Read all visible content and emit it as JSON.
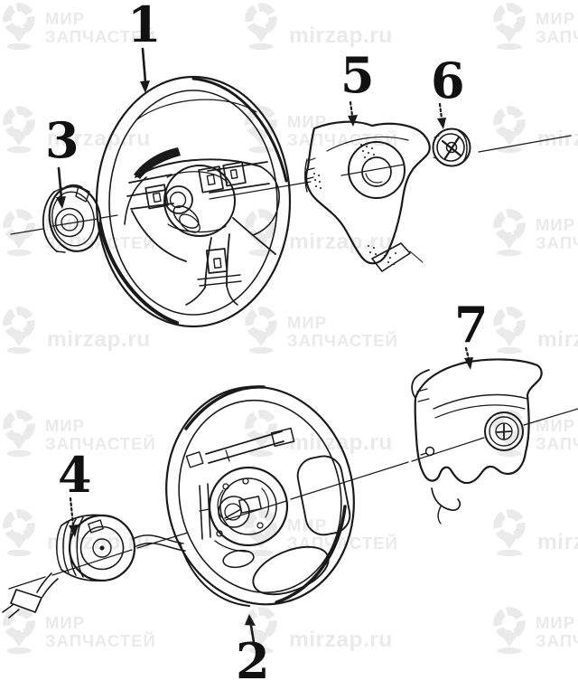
{
  "watermark": {
    "brand_line1": "МИР",
    "brand_line2": "ЗАПЧАСТЕЙ",
    "site": "mirzap.ru",
    "color": "#eaeaea"
  },
  "diagram": {
    "background": "#ffffff",
    "line_color": "#1a1a1a",
    "callouts": [
      {
        "label": "1"
      },
      {
        "label": "2"
      },
      {
        "label": "3"
      },
      {
        "label": "4"
      },
      {
        "label": "5"
      },
      {
        "label": "6"
      },
      {
        "label": "7"
      }
    ]
  }
}
